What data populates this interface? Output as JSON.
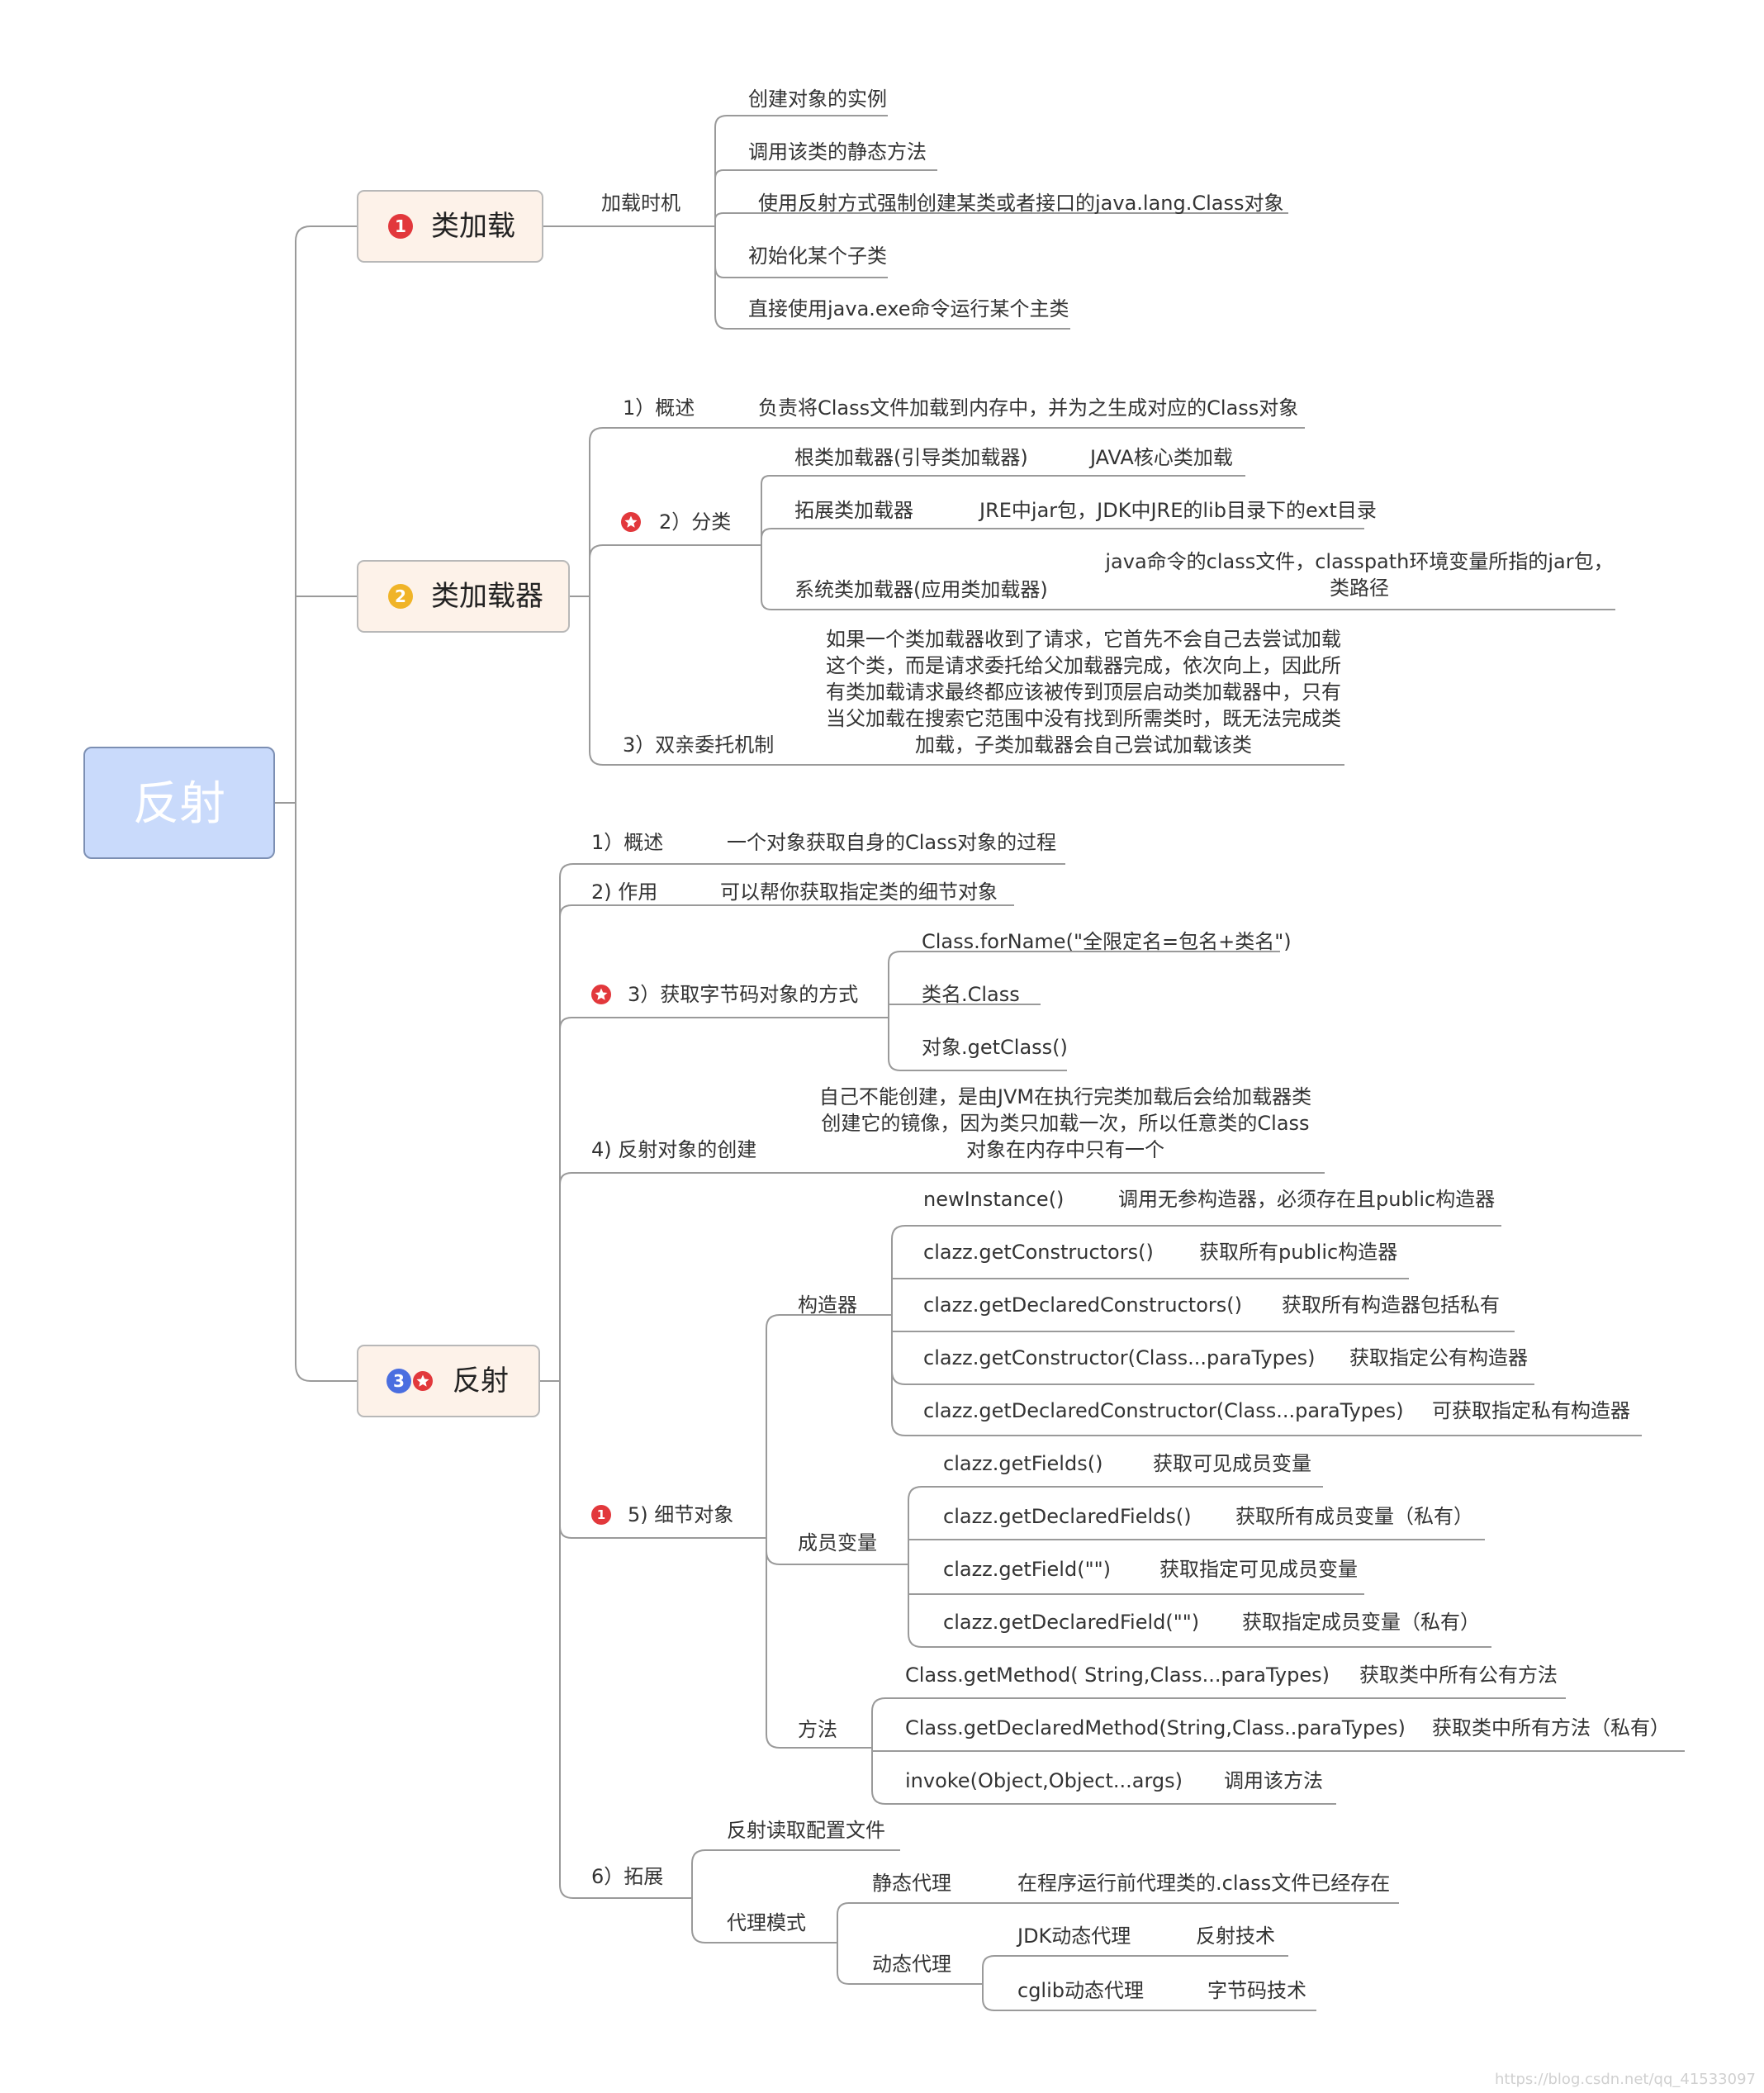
{
  "root": {
    "label": "反射"
  },
  "n1": {
    "badge": "1",
    "title": "类加载",
    "load_timing": "加载时机",
    "items": [
      "创建对象的实例",
      "调用该类的静态方法",
      "使用反射方式强制创建某类或者接口的java.lang.Class对象",
      "初始化某个子类",
      "直接使用java.exe命令运行某个主类"
    ]
  },
  "n2": {
    "badge": "2",
    "title": "类加载器",
    "overview": {
      "label": "1）概述",
      "desc": "负责将Class文件加载到内存中，并为之生成对应的Class对象"
    },
    "classify": {
      "label": "2）分类",
      "bootstrap": {
        "label": "根类加载器(引导类加载器)",
        "desc": "JAVA核心类加载"
      },
      "extension": {
        "label": "拓展类加载器",
        "desc": "JRE中jar包，JDK中JRE的lib目录下的ext目录"
      },
      "system": {
        "label": "系统类加载器(应用类加载器)",
        "desc": "java命令的class文件，classpath环境变量所指的jar包，类路径"
      }
    },
    "delegation": {
      "label": "3）双亲委托机制",
      "desc": "如果一个类加载器收到了请求，它首先不会自己去尝试加载这个类，而是请求委托给父加载器完成，依次向上，因此所有类加载请求最终都应该被传到顶层启动类加载器中，只有当父加载在搜索它范围中没有找到所需类时，既无法完成类加载，子类加载器会自己尝试加载该类"
    }
  },
  "n3": {
    "badge": "3",
    "title": "反射",
    "overview": {
      "label": "1）概述",
      "desc": "一个对象获取自身的Class对象的过程"
    },
    "usage": {
      "label": "2) 作用",
      "desc": "可以帮你获取指定类的细节对象"
    },
    "ways": {
      "label": "3）获取字节码对象的方式",
      "items": [
        "Class.forName(\"全限定名=包名+类名\")",
        "类名.Class",
        "对象.getClass()"
      ]
    },
    "creation": {
      "label": "4) 反射对象的创建",
      "desc": "自己不能创建，是由JVM在执行完类加载后会给加载器类创建它的镜像，因为类只加载一次，所以任意类的Class对象在内存中只有一个"
    },
    "details": {
      "badge": "1",
      "label": "5) 细节对象",
      "constructors": {
        "label": "构造器",
        "items": [
          {
            "method": "newInstance()",
            "desc": "调用无参构造器，必须存在且public构造器"
          },
          {
            "method": "clazz.getConstructors()",
            "desc": "获取所有public构造器"
          },
          {
            "method": "clazz.getDeclaredConstructors()",
            "desc": "获取所有构造器包括私有"
          },
          {
            "method": "clazz.getConstructor(Class...paraTypes)",
            "desc": "获取指定公有构造器"
          },
          {
            "method": "clazz.getDeclaredConstructor(Class...paraTypes)",
            "desc": "可获取指定私有构造器"
          }
        ]
      },
      "fields": {
        "label": "成员变量",
        "items": [
          {
            "method": "clazz.getFields()",
            "desc": "获取可见成员变量"
          },
          {
            "method": "clazz.getDeclaredFields()",
            "desc": "获取所有成员变量（私有）"
          },
          {
            "method": "clazz.getField(\"\")",
            "desc": "获取指定可见成员变量"
          },
          {
            "method": "clazz.getDeclaredField(\"\")",
            "desc": "获取指定成员变量（私有）"
          }
        ]
      },
      "methods": {
        "label": "方法",
        "items": [
          {
            "method": "Class.getMethod( String,Class...paraTypes)",
            "desc": "获取类中所有公有方法"
          },
          {
            "method": "Class.getDeclaredMethod(String,Class..paraTypes)",
            "desc": "获取类中所有方法（私有）"
          },
          {
            "method": "invoke(Object,Object...args)",
            "desc": "调用该方法"
          }
        ]
      }
    },
    "extend": {
      "label": "6）拓展",
      "config": "反射读取配置文件",
      "proxy": {
        "label": "代理模式",
        "static": {
          "label": "静态代理",
          "desc": "在程序运行前代理类的.class文件已经存在"
        },
        "dynamic": {
          "label": "动态代理",
          "jdk": {
            "label": "JDK动态代理",
            "desc": "反射技术"
          },
          "cglib": {
            "label": "cglib动态代理",
            "desc": "字节码技术"
          }
        }
      }
    }
  },
  "watermark": "https://blog.csdn.net/qq_41533097",
  "colors": {
    "root_fill": "#c9dafb",
    "node_fill": "#fdf2e9",
    "badge1": "#e2383c",
    "badge2": "#f0b428",
    "badge3": "#4a6ee0",
    "line": "#9a9a9a"
  }
}
